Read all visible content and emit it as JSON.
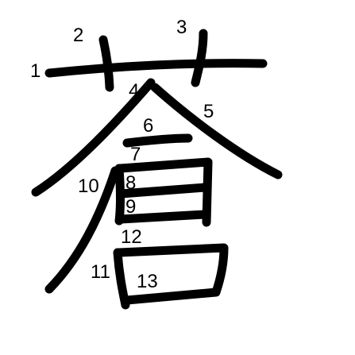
{
  "character": "蒼",
  "stroke_count": 13,
  "stroke_color": "#000000",
  "background_color": "#ffffff",
  "strokes": [
    {
      "number": "1"
    },
    {
      "number": "2"
    },
    {
      "number": "3"
    },
    {
      "number": "4"
    },
    {
      "number": "5"
    },
    {
      "number": "6"
    },
    {
      "number": "7"
    },
    {
      "number": "8"
    },
    {
      "number": "9"
    },
    {
      "number": "10"
    },
    {
      "number": "11"
    },
    {
      "number": "12"
    },
    {
      "number": "13"
    }
  ]
}
